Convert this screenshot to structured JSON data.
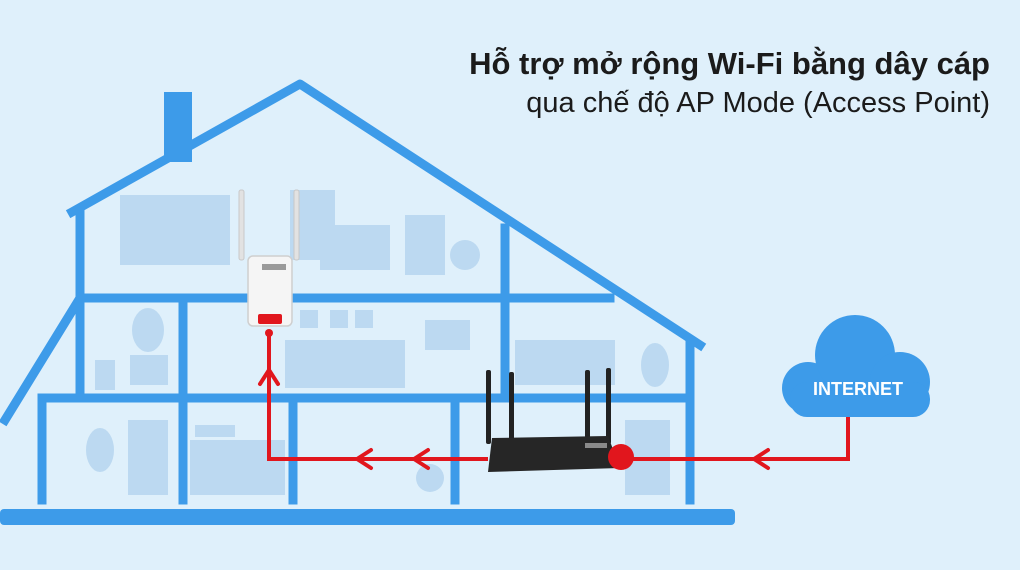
{
  "heading": {
    "title": "Hỗ trợ mở rộng Wi-Fi bằng dây cáp",
    "subtitle": "qua chế độ AP Mode (Access Point)"
  },
  "cloud": {
    "label": "INTERNET"
  },
  "colors": {
    "background": "#dff0fb",
    "house_line": "#3d9be9",
    "furniture": "#b7d6f0",
    "cable": "#e1161d",
    "cloud": "#3d9be9",
    "router": "#1f1f1f",
    "extender": "#f4f4f4"
  },
  "icons": [
    "house-icon",
    "cloud-icon",
    "router-icon",
    "extender-icon",
    "arrow-icon"
  ]
}
